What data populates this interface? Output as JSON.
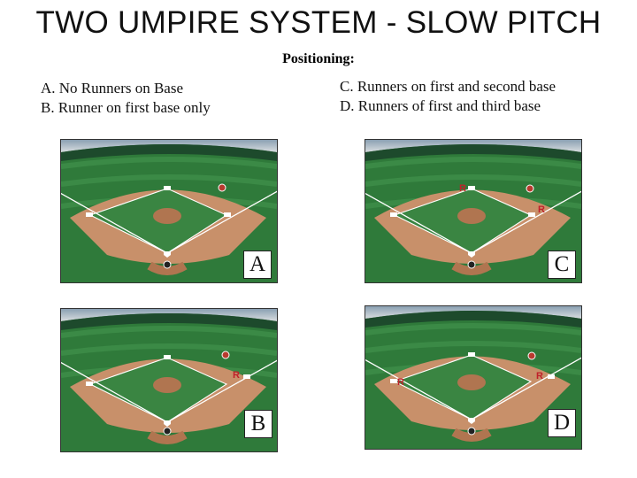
{
  "title": "TWO UMPIRE SYSTEM - SLOW PITCH",
  "subtitle": "Positioning:",
  "legend": {
    "a": "A. No Runners on Base",
    "b": "B. Runner on first base only",
    "c": "C. Runners on first and second base",
    "d": "D. Runners of first and third base"
  },
  "panels": {
    "a": {
      "letter": "A",
      "runners": []
    },
    "b": {
      "letter": "B",
      "runners": [
        "R"
      ]
    },
    "c": {
      "letter": "C",
      "runners": [
        "R",
        "R"
      ]
    },
    "d": {
      "letter": "D",
      "runners": [
        "R",
        "R"
      ]
    }
  },
  "colors": {
    "outfield": "#2f7a3a",
    "infield_dirt": "#c8906a",
    "wall": "#1d4a2c",
    "runner_text": "#c0202a"
  }
}
